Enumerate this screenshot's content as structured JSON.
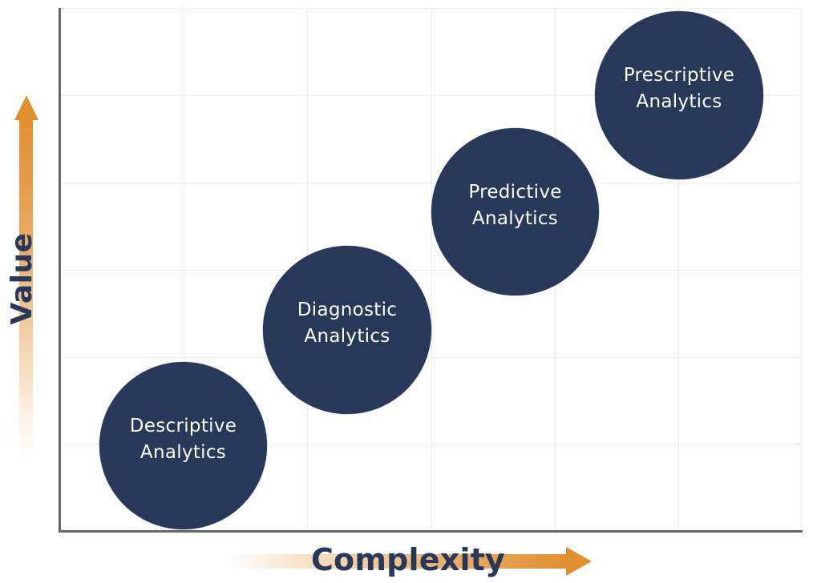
{
  "diagram": {
    "type": "value-vs-complexity-bubbles",
    "x_axis_label": "Complexity",
    "y_axis_label": "Value",
    "colors": {
      "bubble_fill": "#283858",
      "bubble_text": "#ffffff",
      "axis_label": "#283858",
      "arrow": "#e08f30",
      "axis_line": "#666666",
      "grid": "#ececec"
    },
    "grid": {
      "columns": 6,
      "rows": 6
    },
    "bubbles": [
      {
        "line1": "Descriptive",
        "line2": "Analytics",
        "col": 1,
        "row": 1
      },
      {
        "line1": "Diagnostic",
        "line2": "Analytics",
        "col": 2,
        "row": 2.3
      },
      {
        "line1": "Predictive",
        "line2": "Analytics",
        "col": 3.7,
        "row": 3.6
      },
      {
        "line1": "Prescriptive",
        "line2": "Analytics",
        "col": 5,
        "row": 5
      }
    ]
  },
  "chart_data": {
    "type": "scatter",
    "title": "",
    "xlabel": "Complexity",
    "ylabel": "Value",
    "grid": true,
    "points": [
      {
        "label": "Descriptive Analytics",
        "x": 1,
        "y": 1
      },
      {
        "label": "Diagnostic Analytics",
        "x": 2.3,
        "y": 2.3
      },
      {
        "label": "Predictive Analytics",
        "x": 3.7,
        "y": 3.7
      },
      {
        "label": "Prescriptive Analytics",
        "x": 5,
        "y": 5
      }
    ],
    "xlim": [
      0,
      6
    ],
    "ylim": [
      0,
      6
    ]
  }
}
